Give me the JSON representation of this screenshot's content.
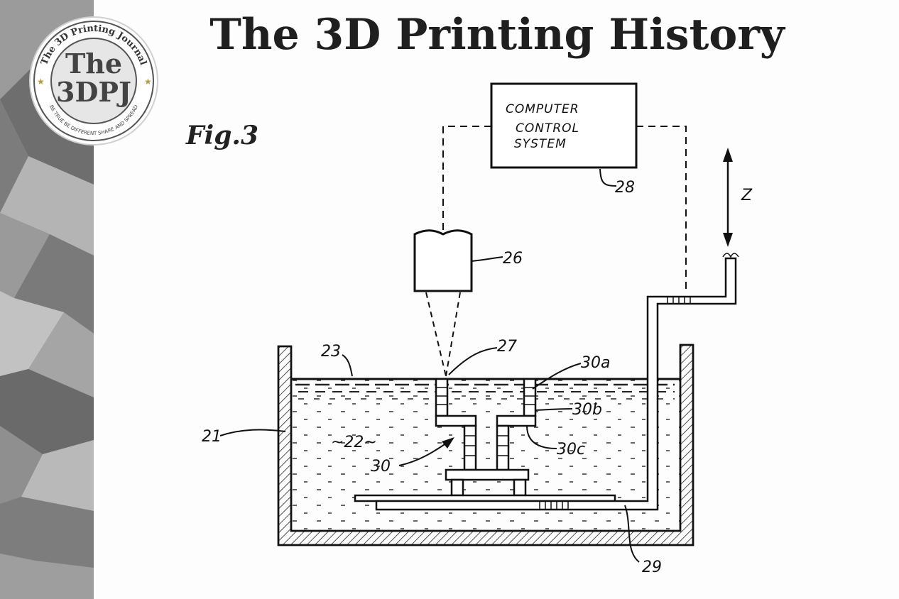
{
  "title": "The 3D Printing History",
  "logo": {
    "ring_top": "The 3D Printing Journal",
    "center_line1": "The",
    "center_line2": "3DPJ",
    "ring_bottom": "BE TRUE  BE DIFFERENT  SHARE AND SPREAD"
  },
  "figure": {
    "label": "Fig.3",
    "computer_box": [
      "COMPUTER",
      "CONTROL",
      "SYSTEM"
    ],
    "labels": {
      "l28": "28",
      "l26": "26",
      "l27": "27",
      "l23": "23",
      "l30a": "30a",
      "l30b": "30b",
      "l30c": "30c",
      "l21": "21",
      "l22": "~22~",
      "l30": "30",
      "l29": "29",
      "z": "Z"
    }
  }
}
